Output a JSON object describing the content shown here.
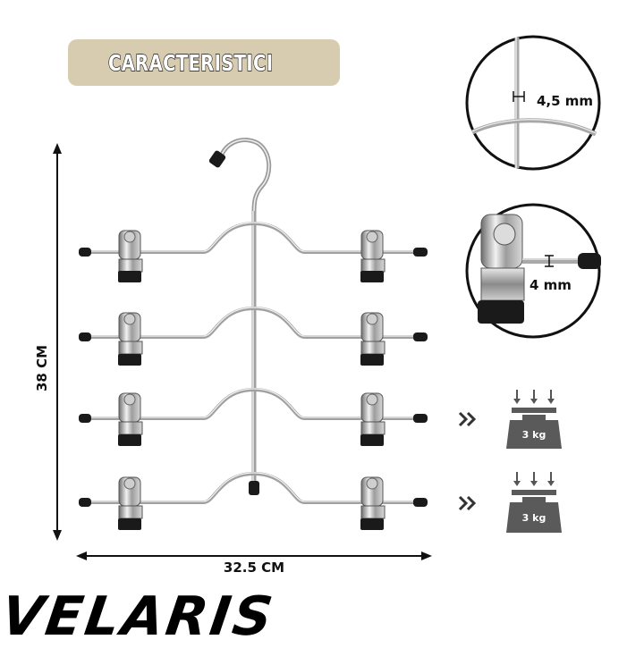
{
  "header": {
    "title": "CARACTERISTICI"
  },
  "dimensions": {
    "height": "38 CM",
    "width": "32.5 CM"
  },
  "details": [
    {
      "label": "4,5 mm"
    },
    {
      "label": "4 mm"
    }
  ],
  "load_capacity": [
    {
      "weight": "3 kg"
    },
    {
      "weight": "3 kg"
    }
  ],
  "brand": {
    "name": "VELARIS"
  },
  "colors": {
    "title_bg": "#d8ccb0",
    "weight_gray": "#5a5a5a",
    "chrome": "#b8b8b8",
    "rubber": "#1a1a1a"
  }
}
